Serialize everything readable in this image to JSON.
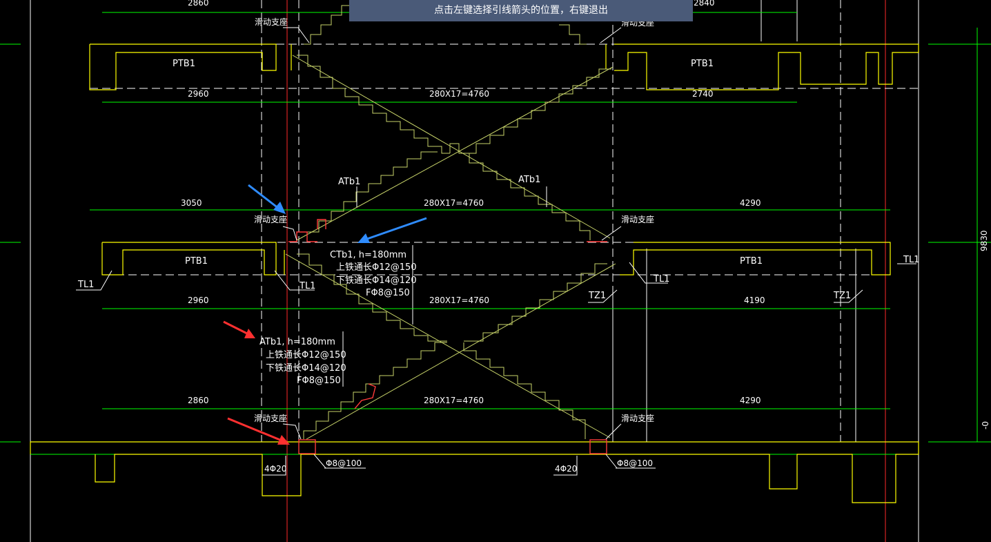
{
  "command_prompt": "点击左键选择引线箭头的位置，右键退出",
  "colors": {
    "background": "#000000",
    "slab": "#ffff00",
    "dim": "#00ff00",
    "label": "#ffffff",
    "axis": "#ff2a2a",
    "stair": "#c8d46a",
    "rebar": "#ff3b3b",
    "arrow_blue": "#2f8cff",
    "arrow_red": "#ff3030"
  },
  "dimensions": {
    "top_left": "2860",
    "top_right": "2840",
    "row1_left": "2960",
    "row1_mid": "280X17=4760",
    "row1_right": "2740",
    "row2_left": "3050",
    "row2_mid": "280X17=4760",
    "row2_right": "4290",
    "row3_left": "2960",
    "row3_mid": "280X17=4760",
    "row3_right": "4190",
    "row4_left": "2860",
    "row4_mid": "280X17=4760",
    "row4_right": "4290",
    "elevation": "9830",
    "elevation_small": "-0"
  },
  "labels": {
    "ptb1": "PTB1",
    "atb1": "ATb1",
    "tl1": "TL1",
    "tz1": "TZ1",
    "support": "滑动支座",
    "rebar_4": "4Φ20",
    "rebar_stirrup": "Φ8@100"
  },
  "ctb1_note": {
    "title": "CTb1, h=180mm",
    "top": "上铁通长Φ12@150",
    "bottom": "下铁通长Φ14@120",
    "dist": "FΦ8@150"
  },
  "atb1_note": {
    "title": "ATb1, h=180mm",
    "top": "上铁通长Φ12@150",
    "bottom": "下铁通长Φ14@120",
    "dist": "FΦ8@150"
  }
}
